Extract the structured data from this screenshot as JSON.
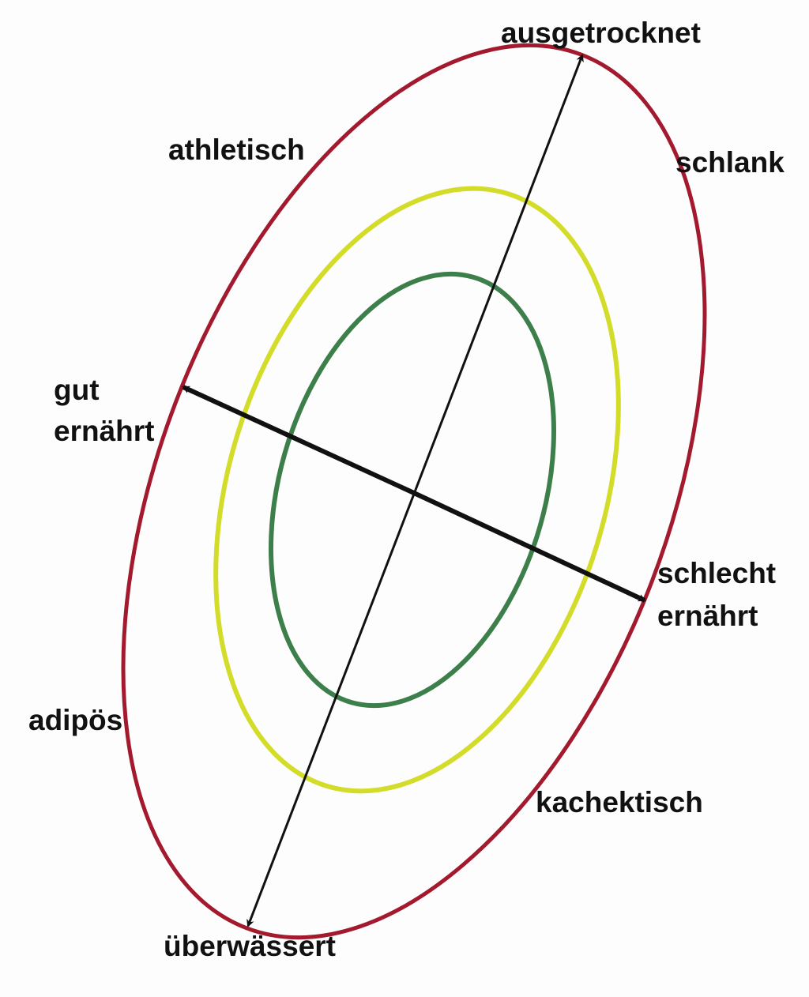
{
  "labels": {
    "top": "ausgetrocknet",
    "bottom": "überwässert",
    "left_line1": "gut",
    "left_line2": "ernährt",
    "right_line1": "schlecht",
    "right_line2": "ernährt",
    "upper_left": "athletisch",
    "upper_right": "schlank",
    "lower_left": "adipös",
    "lower_right": "kachektisch"
  },
  "colors": {
    "outer_ellipse": "#a3192e",
    "middle_ellipse": "#d4dc2a",
    "inner_ellipse": "#3d7f4a",
    "arrows": "#111111"
  }
}
